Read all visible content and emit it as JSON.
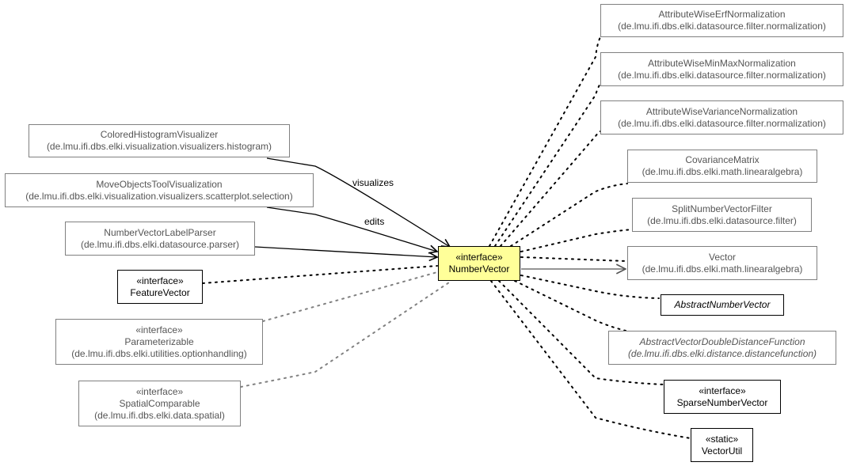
{
  "center": {
    "stereotype": "«interface»",
    "name": "NumberVector"
  },
  "left_nodes": [
    {
      "id": "colored-histogram-visualizer",
      "lines": [
        "ColoredHistogramVisualizer",
        "(de.lmu.ifi.dbs.elki.visualization.visualizers.histogram)"
      ]
    },
    {
      "id": "move-objects-tool-visualization",
      "lines": [
        "MoveObjectsToolVisualization",
        "(de.lmu.ifi.dbs.elki.visualization.visualizers.scatterplot.selection)"
      ]
    },
    {
      "id": "number-vector-label-parser",
      "lines": [
        "NumberVectorLabelParser",
        "(de.lmu.ifi.dbs.elki.datasource.parser)"
      ]
    },
    {
      "id": "feature-vector",
      "lines": [
        "«interface»",
        "FeatureVector"
      ]
    },
    {
      "id": "parameterizable",
      "lines": [
        "«interface»",
        "Parameterizable",
        "(de.lmu.ifi.dbs.elki.utilities.optionhandling)"
      ]
    },
    {
      "id": "spatial-comparable",
      "lines": [
        "«interface»",
        "SpatialComparable",
        "(de.lmu.ifi.dbs.elki.data.spatial)"
      ]
    }
  ],
  "right_nodes": [
    {
      "id": "attribute-wise-erf-normalization",
      "lines": [
        "AttributeWiseErfNormalization",
        "(de.lmu.ifi.dbs.elki.datasource.filter.normalization)"
      ]
    },
    {
      "id": "attribute-wise-min-max-normalization",
      "lines": [
        "AttributeWiseMinMaxNormalization",
        "(de.lmu.ifi.dbs.elki.datasource.filter.normalization)"
      ]
    },
    {
      "id": "attribute-wise-variance-normalization",
      "lines": [
        "AttributeWiseVarianceNormalization",
        "(de.lmu.ifi.dbs.elki.datasource.filter.normalization)"
      ]
    },
    {
      "id": "covariance-matrix",
      "lines": [
        "CovarianceMatrix",
        "(de.lmu.ifi.dbs.elki.math.linearalgebra)"
      ]
    },
    {
      "id": "split-number-vector-filter",
      "lines": [
        "SplitNumberVectorFilter",
        "(de.lmu.ifi.dbs.elki.datasource.filter)"
      ]
    },
    {
      "id": "vector",
      "lines": [
        "Vector",
        "(de.lmu.ifi.dbs.elki.math.linearalgebra)"
      ]
    },
    {
      "id": "abstract-number-vector",
      "lines": [
        "AbstractNumberVector"
      ]
    },
    {
      "id": "abstract-vector-double-distance-function",
      "lines": [
        "AbstractVectorDoubleDistanceFunction",
        "(de.lmu.ifi.dbs.elki.distance.distancefunction)"
      ]
    },
    {
      "id": "sparse-number-vector",
      "lines": [
        "«interface»",
        "SparseNumberVector"
      ]
    },
    {
      "id": "vector-util",
      "lines": [
        "«static»",
        "VectorUtil"
      ]
    }
  ],
  "edge_labels": {
    "visualizes": "visualizes",
    "edits": "edits"
  }
}
